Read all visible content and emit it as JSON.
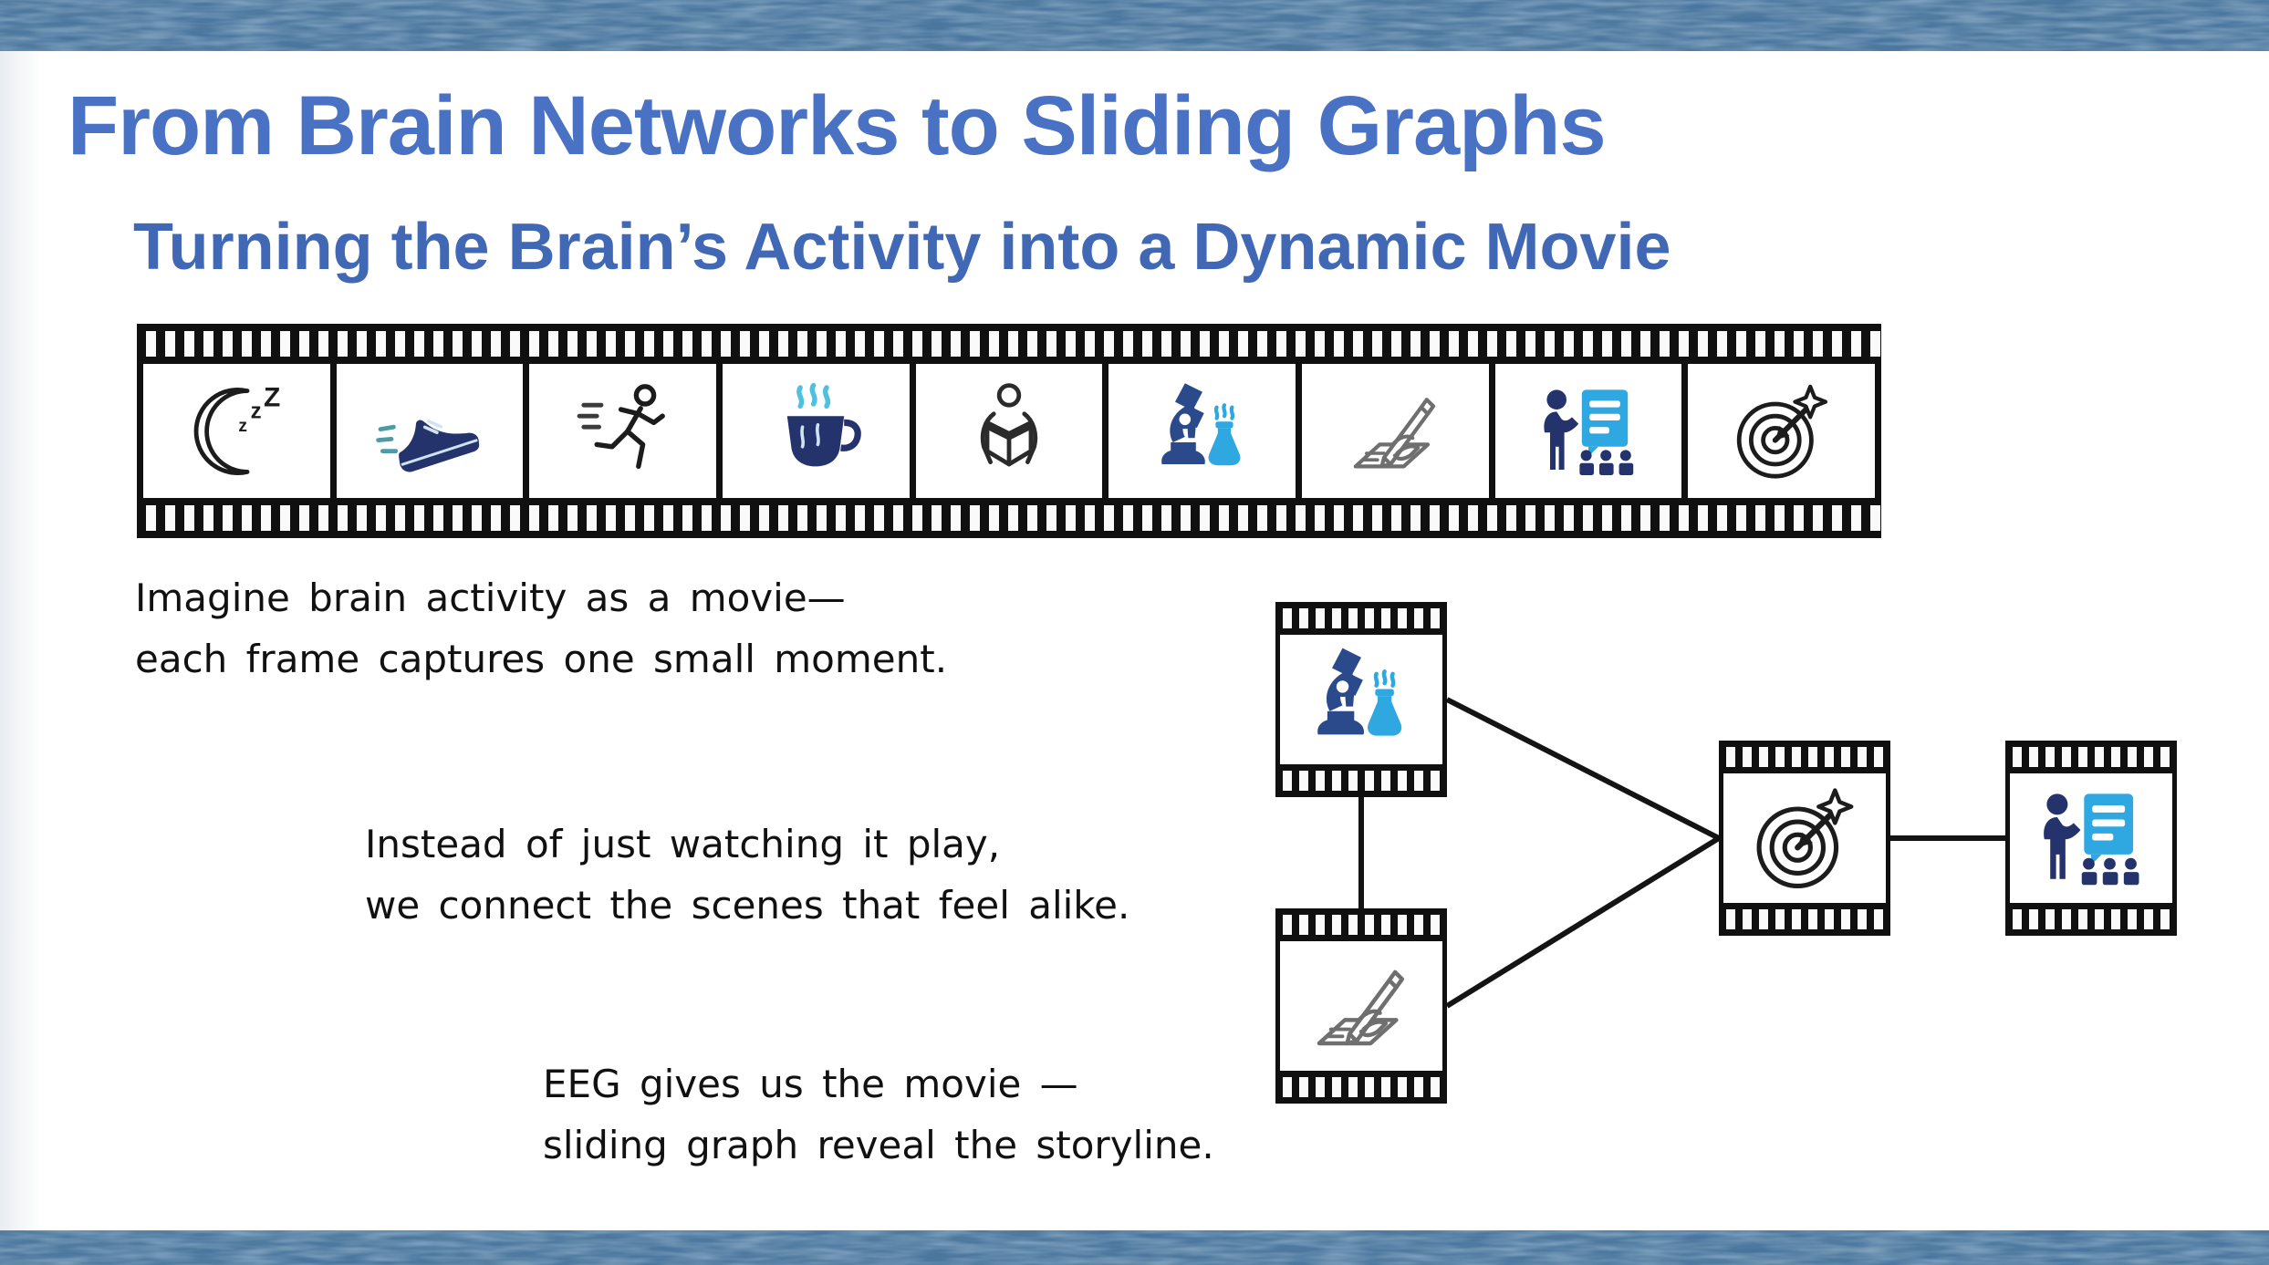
{
  "slide": {
    "title": "From Brain Networks to Sliding Graphs",
    "subtitle": "Turning the Brain’s Activity into a Dynamic Movie"
  },
  "theme": {
    "title_color": "#4a72c4",
    "subtitle_color": "#4068b4",
    "water_color": "#44719e",
    "film_color": "#101010",
    "dark_navy": "#24336b",
    "microscope_blue": "#2a4a8c",
    "light_blue": "#2fa8e1",
    "text_color": "#111111"
  },
  "filmstrip": {
    "frames": [
      {
        "icon": "sleep-moon-icon"
      },
      {
        "icon": "sneaker-icon"
      },
      {
        "icon": "runner-icon"
      },
      {
        "icon": "coffee-icon"
      },
      {
        "icon": "reading-icon"
      },
      {
        "icon": "microscope-icon"
      },
      {
        "icon": "writing-icon"
      },
      {
        "icon": "presentation-icon"
      },
      {
        "icon": "target-icon"
      }
    ]
  },
  "captions": [
    {
      "lines": [
        "Imagine brain activity as a movie—",
        "each frame captures one small moment."
      ]
    },
    {
      "lines": [
        "Instead of just watching it play,",
        "we connect the scenes that feel alike."
      ]
    },
    {
      "lines": [
        "EEG gives us the movie —",
        "sliding graph reveal the storyline."
      ]
    }
  ],
  "diagram": {
    "nodes": [
      {
        "id": "experiment",
        "icon": "microscope-icon"
      },
      {
        "id": "writing",
        "icon": "writing-icon"
      },
      {
        "id": "goal",
        "icon": "target-icon"
      },
      {
        "id": "presentation",
        "icon": "presentation-icon"
      }
    ],
    "edges": [
      [
        "experiment",
        "goal"
      ],
      [
        "writing",
        "goal"
      ],
      [
        "experiment",
        "writing"
      ],
      [
        "goal",
        "presentation"
      ]
    ]
  }
}
